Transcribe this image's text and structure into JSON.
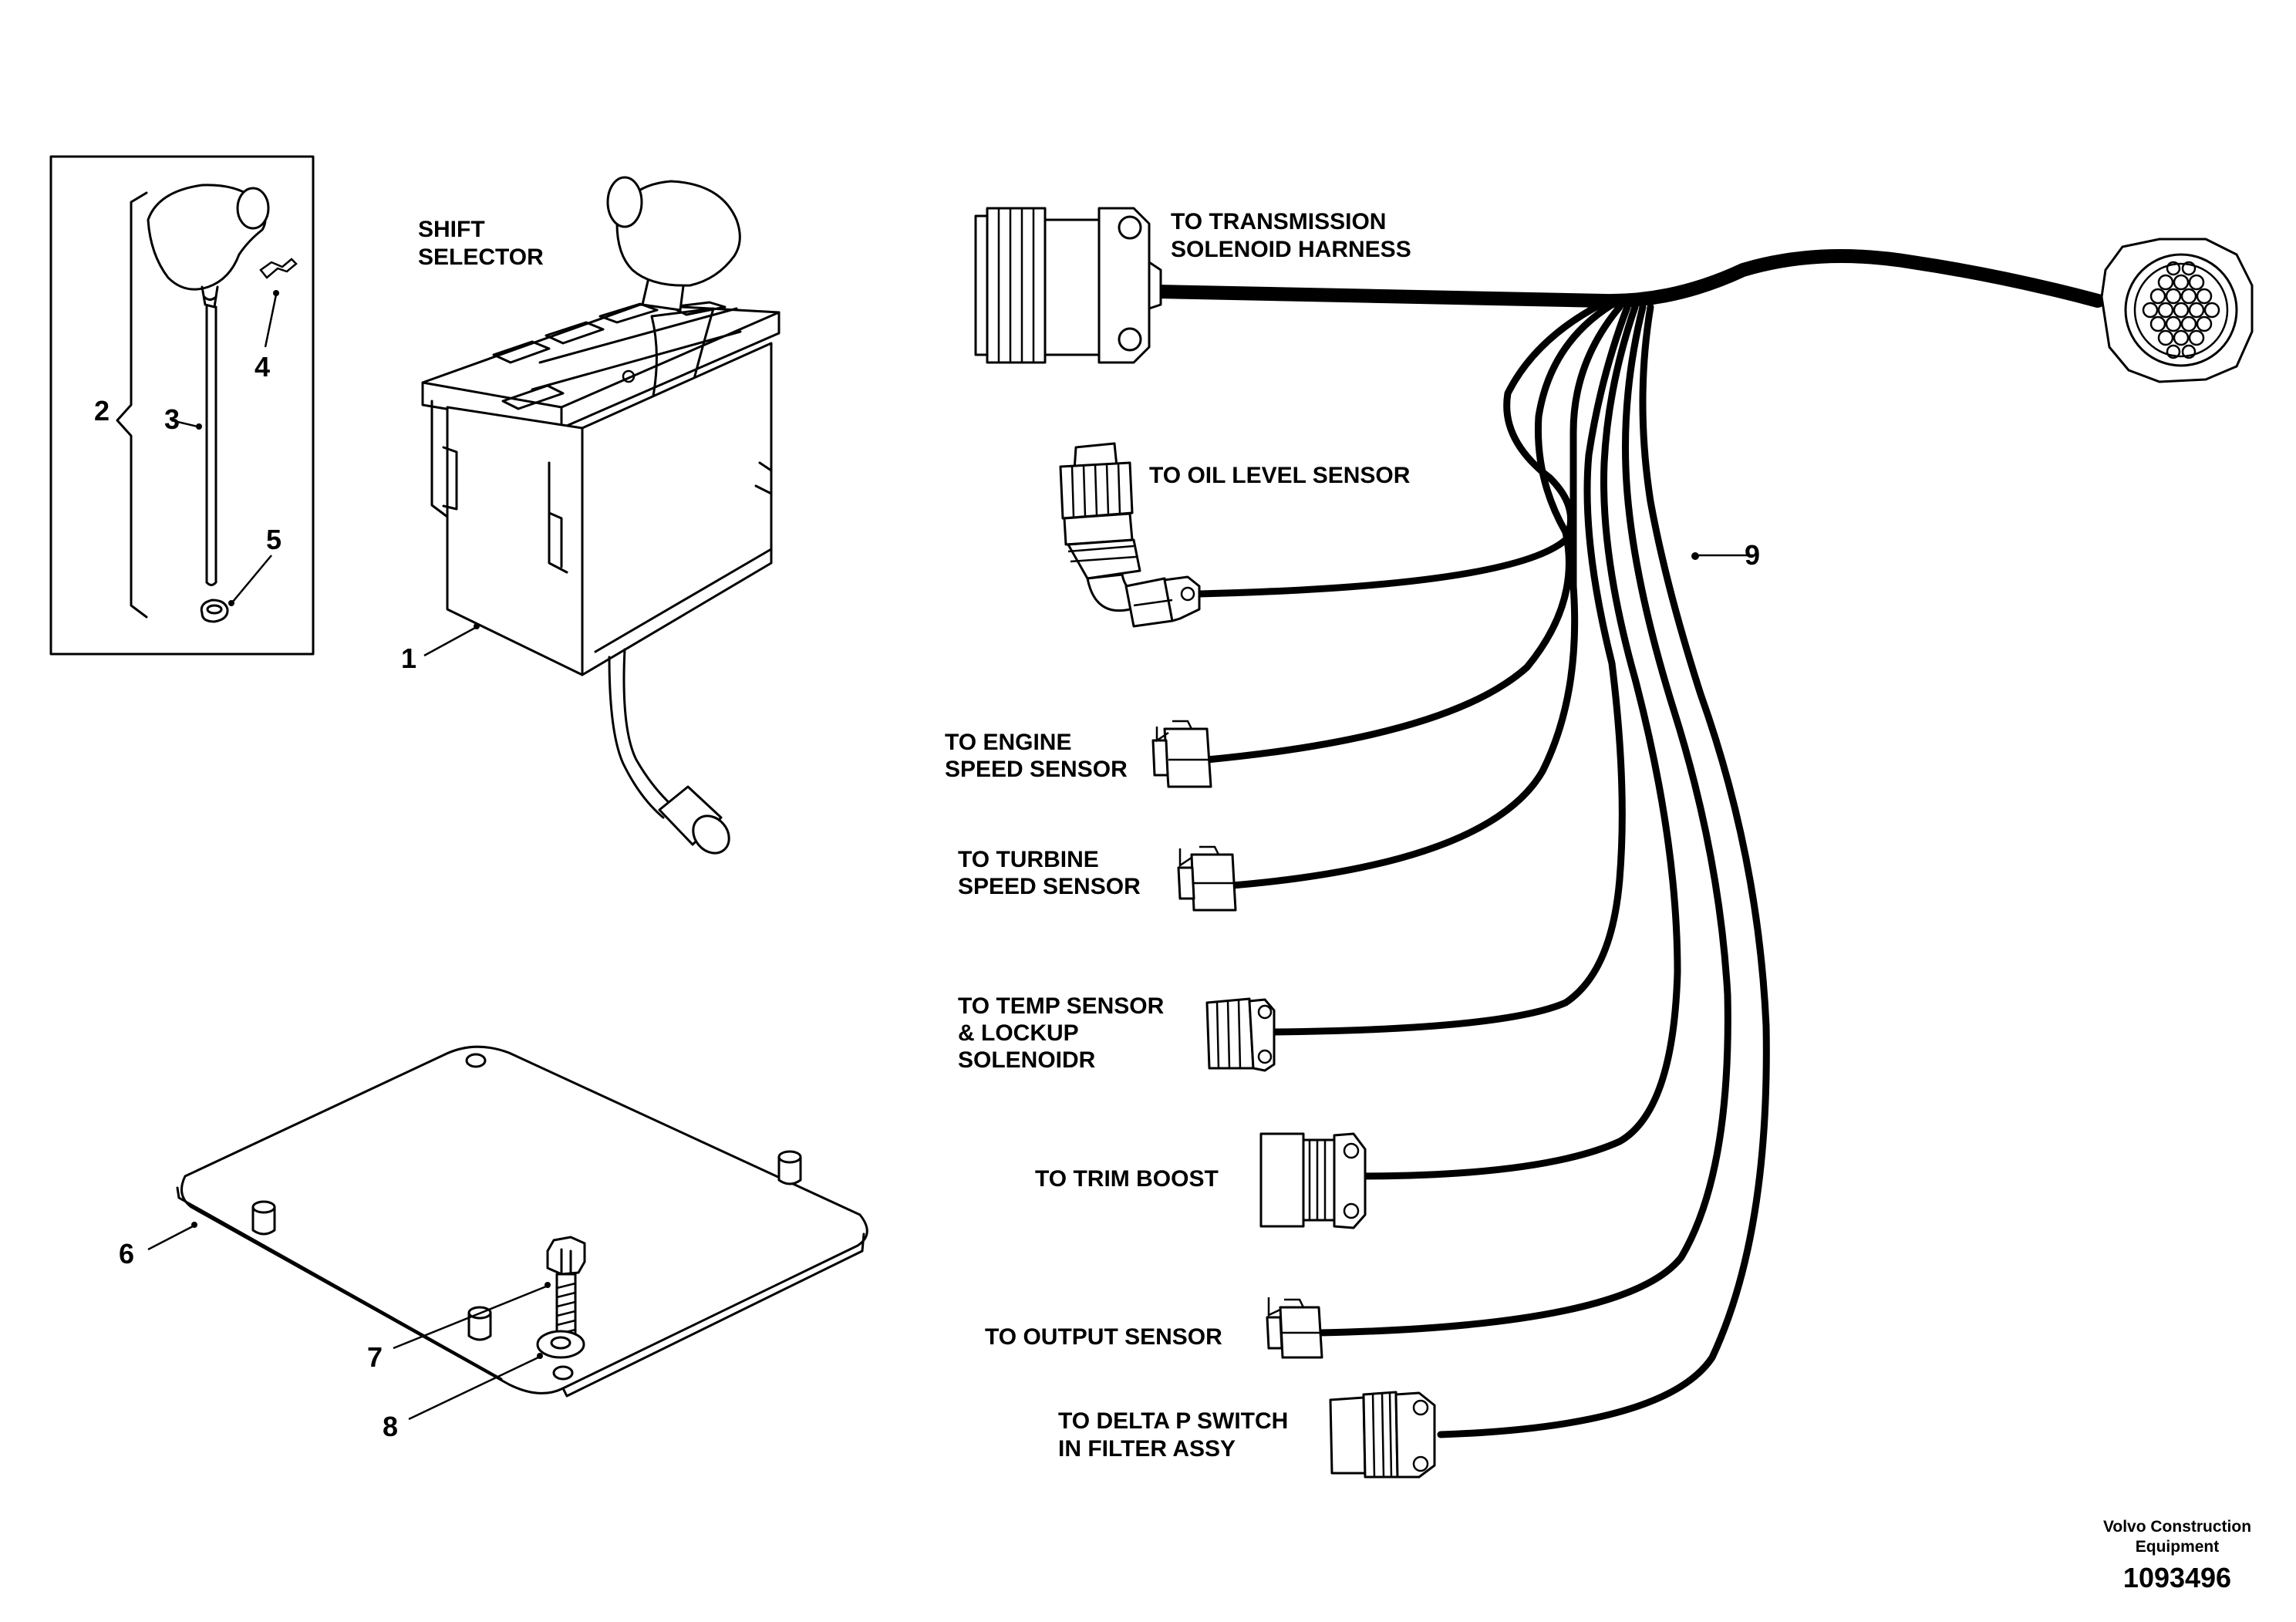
{
  "callouts": {
    "c1": "1",
    "c2": "2",
    "c3": "3",
    "c4": "4",
    "c5": "5",
    "c6": "6",
    "c7": "7",
    "c8": "8",
    "c9": "9"
  },
  "labels": {
    "shift_selector": [
      "SHIFT",
      "SELECTOR"
    ],
    "transmission_solenoid": [
      "TO TRANSMISSION",
      "SOLENOID HARNESS"
    ],
    "oil_level": [
      "TO OIL LEVEL SENSOR"
    ],
    "engine_speed": [
      "TO ENGINE",
      "SPEED SENSOR"
    ],
    "turbine_speed": [
      "TO TURBINE",
      "SPEED SENSOR"
    ],
    "temp_sensor": [
      "TO TEMP SENSOR",
      "& LOCKUP",
      "SOLENOIDR"
    ],
    "trim_boost": [
      "TO TRIM BOOST"
    ],
    "output_sensor": [
      "TO OUTPUT SENSOR"
    ],
    "delta_p": [
      "TO DELTA P SWITCH",
      "IN FILTER ASSY"
    ]
  },
  "footer": {
    "company_line1": "Volvo Construction",
    "company_line2": "Equipment",
    "doc_number": "1093496"
  }
}
